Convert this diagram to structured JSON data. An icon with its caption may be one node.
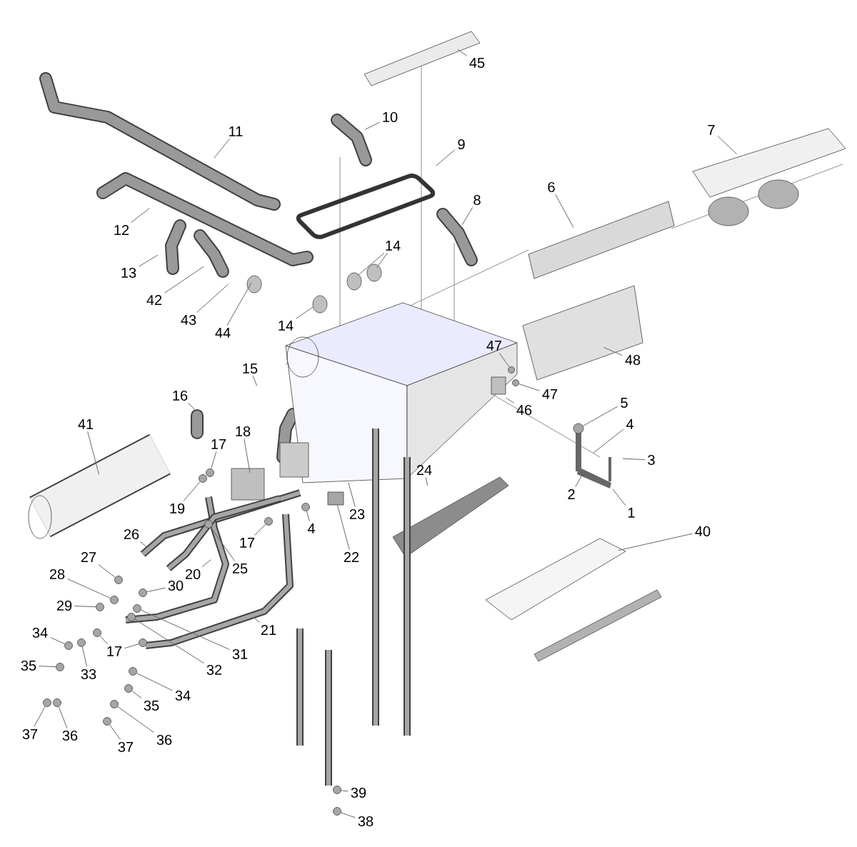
{
  "diagram": {
    "nodes": [
      {
        "text": [
          "45"
        ]
      },
      {
        "text": [
          "10"
        ]
      },
      {
        "text": [
          "11"
        ]
      },
      {
        "text": [
          "7"
        ]
      },
      {
        "text": [
          "9"
        ]
      },
      {
        "text": [
          "6"
        ]
      },
      {
        "text": [
          "8"
        ]
      },
      {
        "text": [
          "12"
        ]
      },
      {
        "text": [
          "14"
        ]
      },
      {
        "text": [
          "13"
        ]
      },
      {
        "text": [
          "42"
        ]
      },
      {
        "text": [
          "43"
        ]
      },
      {
        "text": [
          "14"
        ]
      },
      {
        "text": [
          "44"
        ]
      },
      {
        "text": [
          "47"
        ]
      },
      {
        "text": [
          "48"
        ]
      },
      {
        "text": [
          "15"
        ]
      },
      {
        "text": [
          "47"
        ]
      },
      {
        "text": [
          "16"
        ]
      },
      {
        "text": [
          "5"
        ]
      },
      {
        "text": [
          "46"
        ]
      },
      {
        "text": [
          "41"
        ]
      },
      {
        "text": [
          "4"
        ]
      },
      {
        "text": [
          "18"
        ]
      },
      {
        "text": [
          "17"
        ]
      },
      {
        "text": [
          "3"
        ]
      },
      {
        "text": [
          "24"
        ]
      },
      {
        "text": [
          "2"
        ]
      },
      {
        "text": [
          "19"
        ]
      },
      {
        "text": [
          "1"
        ]
      },
      {
        "text": [
          "23"
        ]
      },
      {
        "text": [
          "4"
        ]
      },
      {
        "text": [
          "40"
        ]
      },
      {
        "text": [
          "26"
        ]
      },
      {
        "text": [
          "17"
        ]
      },
      {
        "text": [
          "22"
        ]
      },
      {
        "text": [
          "27"
        ]
      },
      {
        "text": [
          "25"
        ]
      },
      {
        "text": [
          "28"
        ]
      },
      {
        "text": [
          "20"
        ]
      },
      {
        "text": [
          "30"
        ]
      },
      {
        "text": [
          "29"
        ]
      },
      {
        "text": [
          "21"
        ]
      },
      {
        "text": [
          "34"
        ]
      },
      {
        "text": [
          "17"
        ]
      },
      {
        "text": [
          "31"
        ]
      },
      {
        "text": [
          "35"
        ]
      },
      {
        "text": [
          "32"
        ]
      },
      {
        "text": [
          "33"
        ]
      },
      {
        "text": [
          "34"
        ]
      },
      {
        "text": [
          "35"
        ]
      },
      {
        "text": [
          "37"
        ]
      },
      {
        "text": [
          "36"
        ]
      },
      {
        "text": [
          "37"
        ]
      },
      {
        "text": [
          "36"
        ]
      },
      {
        "text": [
          "39"
        ]
      },
      {
        "text": [
          "38"
        ]
      },
      {
        "text": [],
        "shape": "circle"
      },
      {
        "text": [],
        "shape": "circle"
      },
      {
        "text": [],
        "shape": "circle"
      },
      {
        "text": [],
        "shape": "circle"
      },
      {
        "text": [],
        "shape": "circle"
      },
      {
        "text": [],
        "shape": "circle"
      },
      {
        "text": [],
        "shape": "circle"
      },
      {
        "text": [],
        "shape": "box"
      },
      {
        "text": [],
        "shape": "circle"
      },
      {
        "text": [],
        "shape": "circle"
      },
      {
        "text": [],
        "shape": "circle"
      },
      {
        "text": [],
        "shape": "circle"
      },
      {
        "text": [],
        "shape": "circle"
      },
      {
        "text": [],
        "shape": "circle"
      },
      {
        "text": [],
        "shape": "circle"
      },
      {
        "text": [],
        "shape": "circle"
      },
      {
        "text": [],
        "shape": "circle"
      },
      {
        "text": [],
        "shape": "circle"
      },
      {
        "text": [],
        "shape": "circle"
      },
      {
        "text": [],
        "shape": "circle"
      },
      {
        "text": [],
        "shape": "circle"
      },
      {
        "text": [],
        "shape": "circle"
      },
      {
        "text": [],
        "shape": "circle"
      },
      {
        "text": [],
        "shape": "circle"
      },
      {
        "text": [],
        "shape": "circle"
      },
      {
        "text": [],
        "shape": "circle"
      },
      {
        "text": [],
        "shape": "circle"
      },
      {
        "text": [],
        "shape": "circle"
      }
    ],
    "edges": [
      {
        "from": 0,
        "to": null,
        "arrow": "none"
      },
      {
        "from": 1,
        "to": null,
        "arrow": "none"
      },
      {
        "from": 2,
        "to": null,
        "arrow": "none"
      },
      {
        "from": 3,
        "to": null,
        "arrow": "none"
      },
      {
        "from": 4,
        "to": null,
        "arrow": "none"
      },
      {
        "from": 5,
        "to": null,
        "arrow": "none"
      },
      {
        "from": 6,
        "to": null,
        "arrow": "none"
      },
      {
        "from": 7,
        "to": null,
        "arrow": "none"
      },
      {
        "from": 8,
        "to": null,
        "arrow": "none"
      },
      {
        "from": 8,
        "to": null,
        "arrow": "none"
      },
      {
        "from": 9,
        "to": null,
        "arrow": "none"
      },
      {
        "from": 10,
        "to": null,
        "arrow": "none"
      },
      {
        "from": 11,
        "to": null,
        "arrow": "none"
      },
      {
        "from": 12,
        "to": null,
        "arrow": "none"
      },
      {
        "from": 13,
        "to": null,
        "arrow": "none"
      },
      {
        "from": 14,
        "to": 57,
        "arrow": "none"
      },
      {
        "from": 15,
        "to": null,
        "arrow": "none"
      },
      {
        "from": 16,
        "to": null,
        "arrow": "none"
      },
      {
        "from": 17,
        "to": 58,
        "arrow": "none"
      },
      {
        "from": 18,
        "to": null,
        "arrow": "none"
      },
      {
        "from": 19,
        "to": 59,
        "arrow": "none"
      },
      {
        "from": 20,
        "to": null,
        "arrow": "none"
      },
      {
        "from": 21,
        "to": null,
        "arrow": "none"
      },
      {
        "from": 22,
        "to": null,
        "arrow": "none"
      },
      {
        "from": 23,
        "to": null,
        "arrow": "none"
      },
      {
        "from": 24,
        "to": 60,
        "arrow": "none"
      },
      {
        "from": 25,
        "to": null,
        "arrow": "none"
      },
      {
        "from": 26,
        "to": null,
        "arrow": "none"
      },
      {
        "from": 27,
        "to": null,
        "arrow": "none"
      },
      {
        "from": 28,
        "to": 61,
        "arrow": "none"
      },
      {
        "from": 29,
        "to": null,
        "arrow": "none"
      },
      {
        "from": 30,
        "to": null,
        "arrow": "none"
      },
      {
        "from": 31,
        "to": 62,
        "arrow": "none"
      },
      {
        "from": 32,
        "to": null,
        "arrow": "none"
      },
      {
        "from": 33,
        "to": null,
        "arrow": "none"
      },
      {
        "from": 34,
        "to": 63,
        "arrow": "none"
      },
      {
        "from": 35,
        "to": 64,
        "arrow": "none"
      },
      {
        "from": 36,
        "to": 65,
        "arrow": "none"
      },
      {
        "from": 37,
        "to": 66,
        "arrow": "none"
      },
      {
        "from": 38,
        "to": 67,
        "arrow": "none"
      },
      {
        "from": 39,
        "to": null,
        "arrow": "none"
      },
      {
        "from": 40,
        "to": 68,
        "arrow": "none"
      },
      {
        "from": 41,
        "to": 69,
        "arrow": "none"
      },
      {
        "from": 42,
        "to": null,
        "arrow": "none"
      },
      {
        "from": 43,
        "to": 70,
        "arrow": "none"
      },
      {
        "from": 44,
        "to": 71,
        "arrow": "none"
      },
      {
        "from": 44,
        "to": 72,
        "arrow": "none"
      },
      {
        "from": 45,
        "to": 73,
        "arrow": "none"
      },
      {
        "from": 46,
        "to": 74,
        "arrow": "none"
      },
      {
        "from": 47,
        "to": 75,
        "arrow": "none"
      },
      {
        "from": 48,
        "to": 76,
        "arrow": "none"
      },
      {
        "from": 49,
        "to": 77,
        "arrow": "none"
      },
      {
        "from": 50,
        "to": 78,
        "arrow": "none"
      },
      {
        "from": 51,
        "to": 79,
        "arrow": "none"
      },
      {
        "from": 52,
        "to": 80,
        "arrow": "none"
      },
      {
        "from": 53,
        "to": 81,
        "arrow": "none"
      },
      {
        "from": 54,
        "to": 82,
        "arrow": "none"
      },
      {
        "from": 55,
        "to": 83,
        "arrow": "none"
      },
      {
        "from": 56,
        "to": 84,
        "arrow": "none"
      }
    ]
  }
}
